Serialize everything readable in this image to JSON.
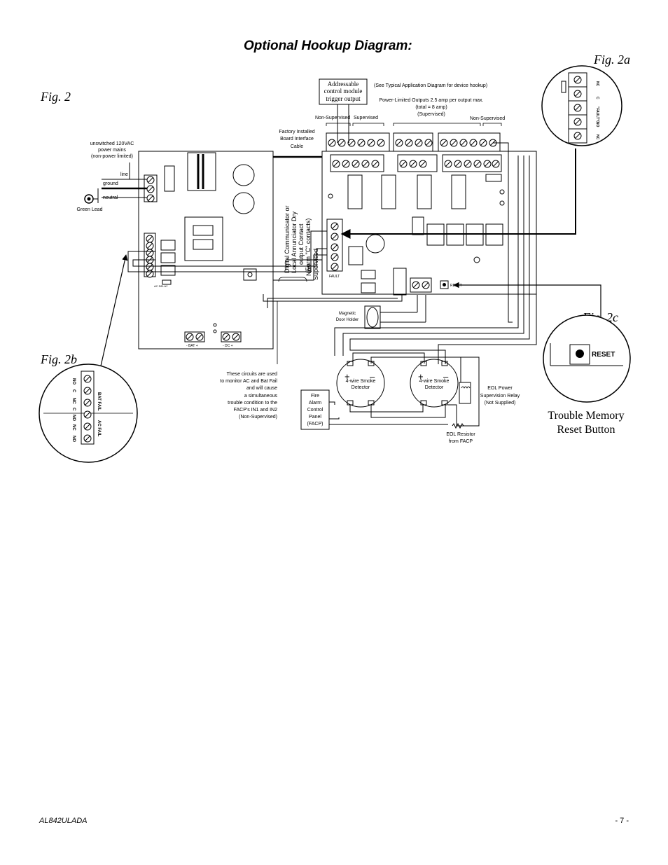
{
  "title": "Optional Hookup Diagram:",
  "figures": {
    "fig2": "Fig. 2",
    "fig2a": "Fig. 2a",
    "fig2b": "Fig. 2b",
    "fig2c": "Fig. 2c"
  },
  "labels": {
    "addressable": [
      "Addressable",
      "control module",
      "trigger output"
    ],
    "see_typical": "(See Typical Application Diagram for device hookup)",
    "power_limited": [
      "Power-Limited Outputs 2.5 amp per output max.",
      "(total = 8 amp)",
      "(Supervised)"
    ],
    "non_supervised_left": "Non-Supervised",
    "supervised": "Supervised",
    "non_supervised_right": "Non-Supervised",
    "factory_cable": [
      "Factory Installed",
      "Board Interface",
      "Cable"
    ],
    "mains": [
      "unswitched 120VAC",
      "power mains",
      "(non-power limited)"
    ],
    "line": "line",
    "ground": "ground",
    "neutral": "neutral",
    "green_lead": "Green Lead",
    "digital_comm": [
      "Digital Communicator or",
      "Local Annunciator Dry",
      "output Contact",
      "(Form \"C\" contacts)"
    ],
    "non_supervised_vert": [
      "Non-",
      "Supervised"
    ],
    "magnetic": [
      "Magnetic",
      "Door Holder"
    ],
    "smoke": [
      "4-wire Smoke",
      "Detector"
    ],
    "eol_relay": [
      "EOL Power",
      "Supervision Relay",
      "(Not Supplied)"
    ],
    "eol_resistor": [
      "EOL Resistor",
      "from FACP"
    ],
    "facp": [
      "Fire",
      "Alarm",
      "Control",
      "Panel",
      "(FACP)"
    ],
    "circuits": [
      "These circuits are used",
      "to monitor AC and Bat Fail",
      "and will cause",
      "a simultaneous",
      "trouble condition to the",
      "FACP's IN1 and IN2",
      "(Non-Supervised)"
    ],
    "reset": "RESET",
    "trouble_memory": [
      "Trouble Memory",
      "Reset Button"
    ],
    "fault": "FAULT",
    "bat": "- BAT +",
    "dc": "- DC +",
    "ac_delay": "AC DELAY",
    "fig2a_terms": [
      "NC",
      "C",
      "\"FAULT\" NO",
      "C",
      "NC"
    ],
    "fig2b_ac": "AC FAIL",
    "fig2b_bat": "BAT FAIL"
  },
  "footer": {
    "model": "AL842ULADA",
    "page": "- 7 -"
  }
}
